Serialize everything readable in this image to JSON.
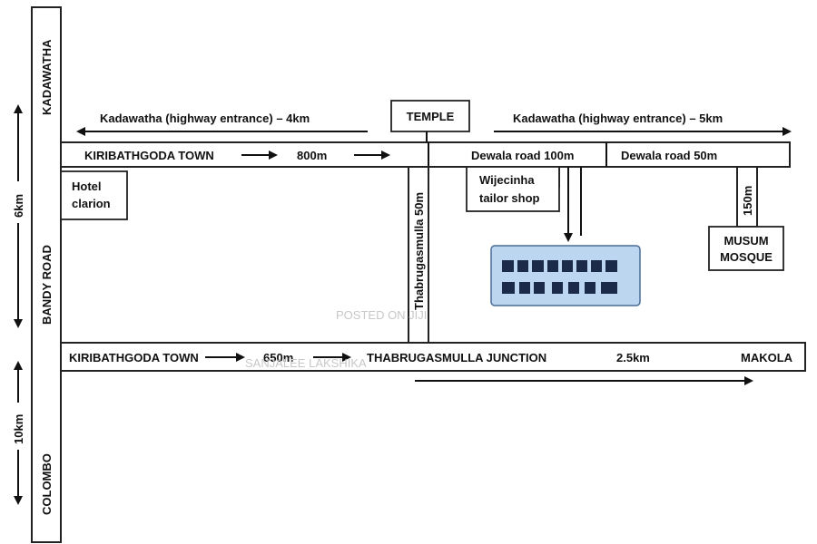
{
  "roads": {
    "left_top": "KADAWATHA",
    "left_mid": "BANDY ROAD",
    "left_bottom": "COLOMBO",
    "dist_6km": "6km",
    "dist_10km": "10km",
    "top_road_left": "KIRIBATHGODA TOWN",
    "top_dist_800m": "800m",
    "top_road_right_a": "Dewala road 100m",
    "top_road_right_b": "Dewala road 50m",
    "highway_left": "Kadawatha (highway entrance) – 4km",
    "highway_right": "Kadawatha (highway entrance)  – 5km",
    "side_road": "Thabrugasmulla 50m",
    "dist_150m": "150m",
    "bottom_road_left": "KIRIBATHGODA TOWN",
    "bottom_dist_650m": "650m",
    "junction": "THABRUGASMULLA JUNCTION",
    "bottom_dist_25km": "2.5km",
    "bottom_road_right": "MAKOLA"
  },
  "landmarks": {
    "temple": "TEMPLE",
    "hotel_line1": "Hotel",
    "hotel_line2": "clarion",
    "tailor_line1": "Wijecinha",
    "tailor_line2": "tailor shop",
    "mosque_line1": "MUSUM",
    "mosque_line2": "MOSQUE"
  },
  "destination": {
    "line1": "",
    "line2": "",
    "color": "#bcd6f0"
  },
  "watermark": {
    "posted": "POSTED ON JIJI",
    "name": "SANJALEE LAKSHIKA"
  }
}
